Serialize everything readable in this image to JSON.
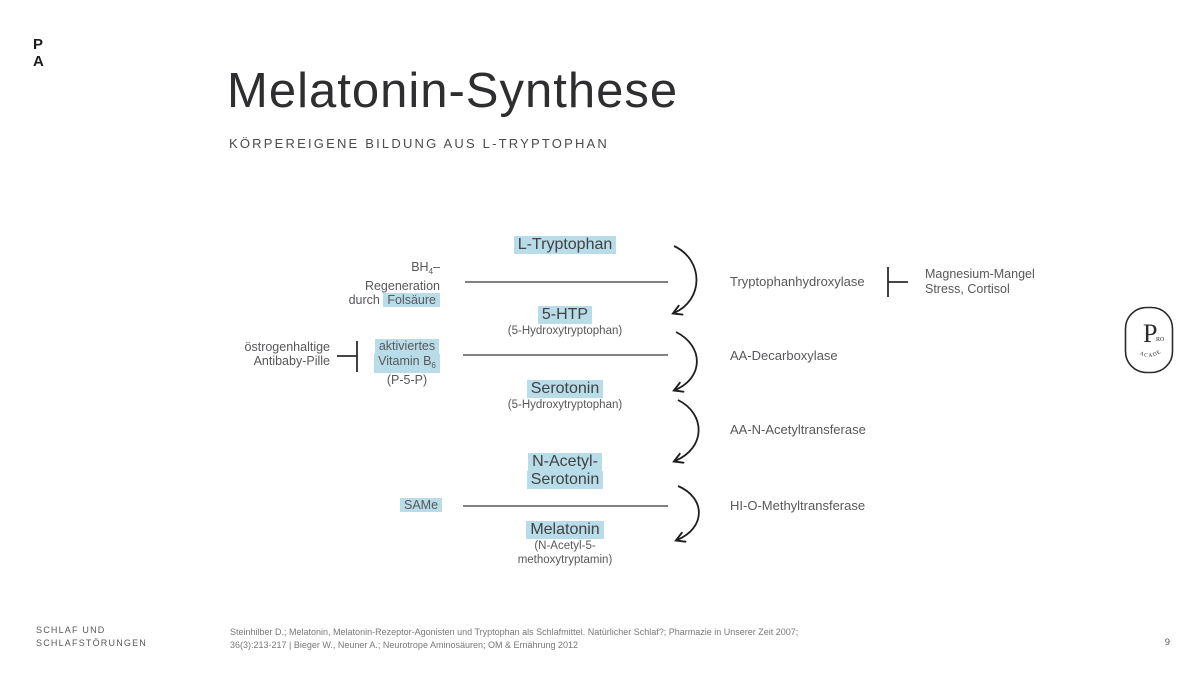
{
  "colors": {
    "highlight": "#b8dce8",
    "title_text": "#2e2e30",
    "body_text": "#58585b",
    "arrow": "#1e1e1e"
  },
  "corner_logo": {
    "top_letter": "P",
    "bottom_letter": "A"
  },
  "header": {
    "title": "Melatonin-Synthese",
    "subtitle": "KÖRPEREIGENE BILDUNG AUS L-TRYPTOPHAN"
  },
  "pathway": {
    "metabolites": {
      "m1": {
        "name": "L-Tryptophan"
      },
      "m2": {
        "name": "5-HTP",
        "sub": "(5-Hydroxytryptophan)"
      },
      "m3": {
        "name": "Serotonin",
        "sub": "(5-Hydroxytryptophan)"
      },
      "m4": {
        "name_line1": "N-Acetyl-",
        "name_line2": "Serotonin"
      },
      "m5": {
        "name": "Melatonin",
        "sub_line1": "(N-Acetyl-5-",
        "sub_line2": "methoxytryptamin)"
      }
    },
    "enzymes": {
      "e1": "Tryptophanhydroxylase",
      "e2": "AA-Decarboxylase",
      "e3": "AA-N-Acetyltransferase",
      "e4": "HI-O-Methyltransferase"
    },
    "cofactor_bh4": {
      "line1_base": "BH",
      "line1_sub": "4",
      "line1_suffix": "–",
      "line2": "Regeneration",
      "line3_prefix": "durch ",
      "line3_highlight": "Folsäure"
    },
    "inhibitor_pill": {
      "line1": "östrogenhaltige",
      "line2": "Antibaby-Pille"
    },
    "cofactor_b6": {
      "line1": "aktiviertes",
      "line2_base": "Vitamin B",
      "line2_sub": "6",
      "line3": "(P-5-P)"
    },
    "inhibitor_magnesium": {
      "line1": "Magnesium-Mangel",
      "line2": "Stress, Cortisol"
    },
    "cofactor_same": "SAMe"
  },
  "badge": {
    "letter": "P",
    "small": "RO",
    "arc_text": "ACADEMY"
  },
  "footer": {
    "series_line1": "SCHLAF UND",
    "series_line2": "SCHLAFSTÖRUNGEN",
    "citation_line1": "Steinhilber D.; Melatonin, Melatonin-Rezeptor-Agonisten und Tryptophan als Schlafmittel. Natürlicher Schlaf?; Pharmazie in Unserer Zeit 2007;",
    "citation_line2": "36(3):213-217 | Bieger W., Neuner A.; Neurotrope Aminosäuren; OM & Ernährung 2012",
    "page_number": "9"
  }
}
